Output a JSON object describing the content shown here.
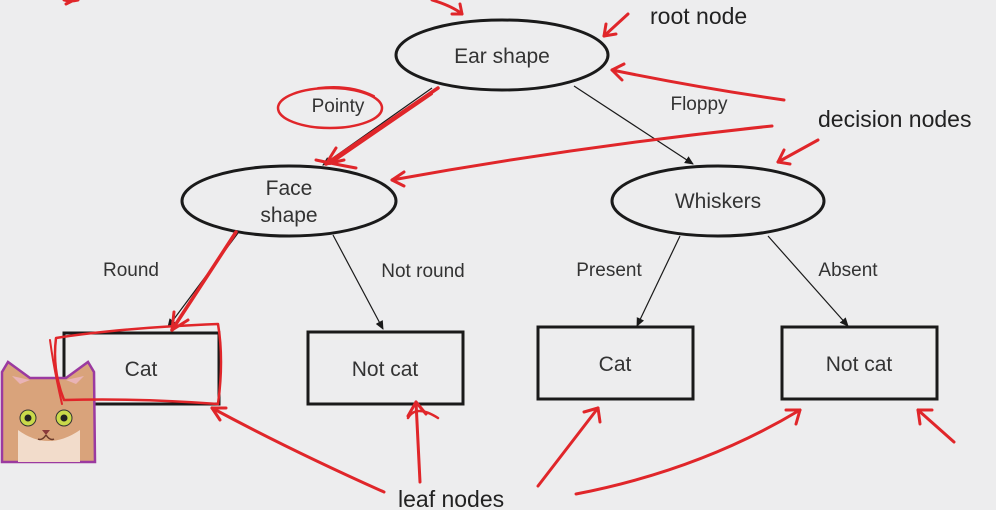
{
  "diagram": {
    "nodes": {
      "root": [
        "Ear shape"
      ],
      "face": [
        "Face",
        "shape"
      ],
      "whiskers": [
        "Whiskers"
      ]
    },
    "edges": {
      "pointy": "Pointy",
      "floppy": "Floppy",
      "round": "Round",
      "not_round": "Not round",
      "present": "Present",
      "absent": "Absent"
    },
    "leaves": {
      "leaf1": "Cat",
      "leaf2": "Not cat",
      "leaf3": "Cat",
      "leaf4": "Not cat"
    },
    "annotations": {
      "root_node": "root node",
      "decision_nodes": "decision nodes",
      "leaf_nodes": "leaf nodes"
    },
    "colors": {
      "ink": "#1a1a1a",
      "annotation": "#e0262a",
      "background": "#ededee"
    },
    "icons": [
      "cat-face-icon"
    ]
  }
}
